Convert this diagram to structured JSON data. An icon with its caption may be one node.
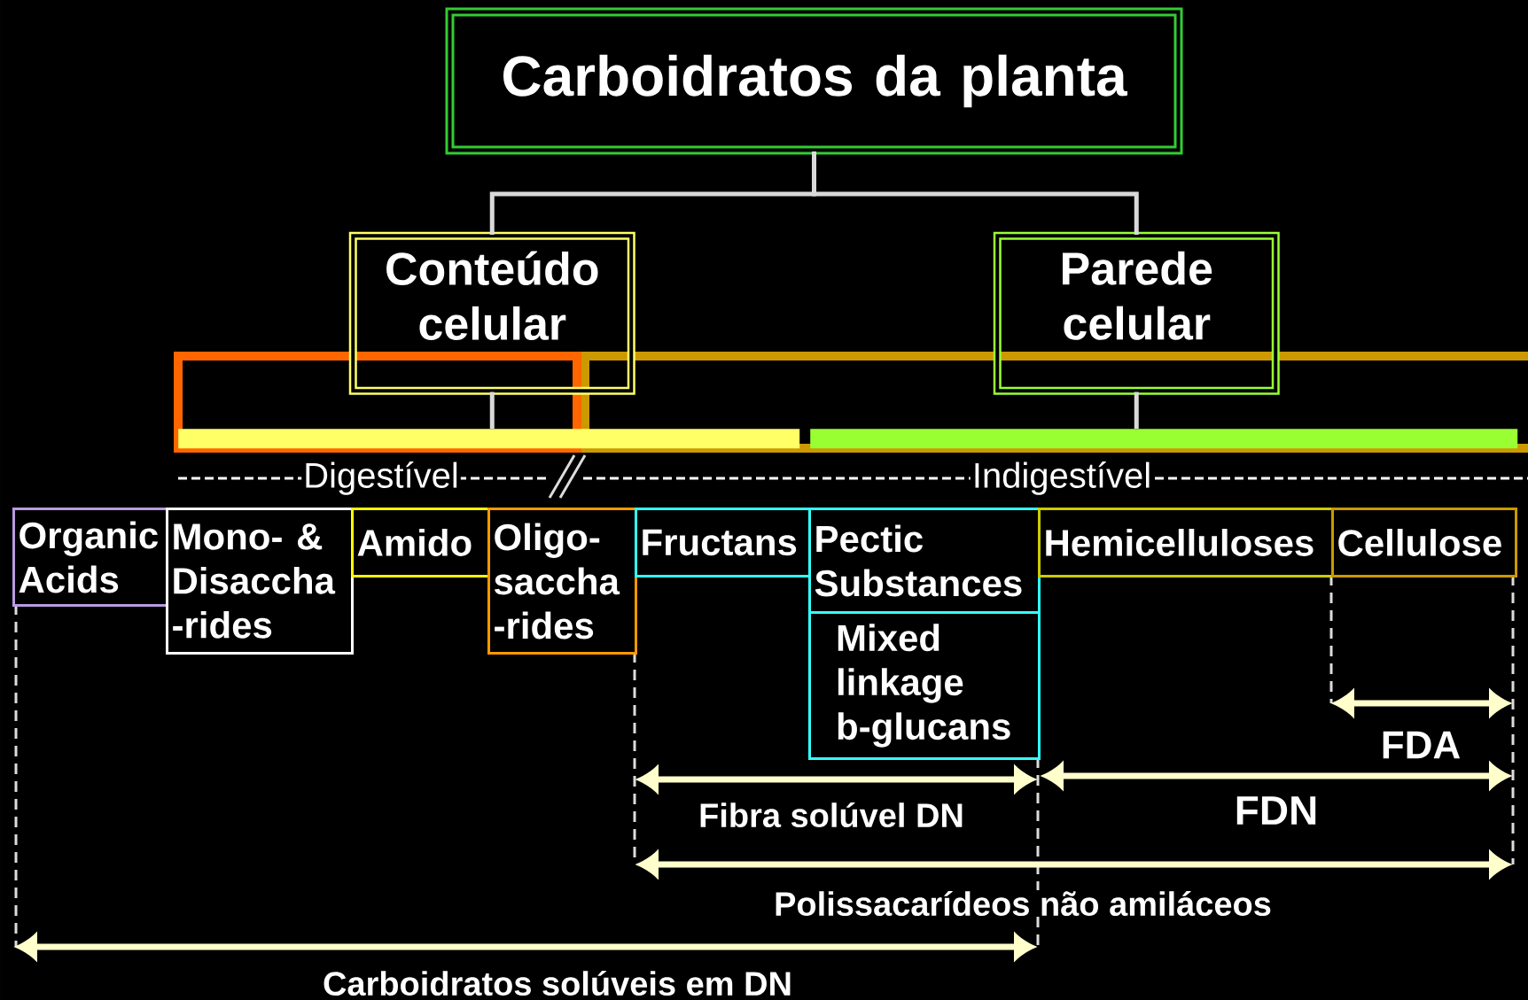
{
  "diagram": {
    "nodes": [
      {
        "text": [
          "Carboidratos da planta"
        ]
      },
      {
        "text": [
          "Conteúdo celular"
        ]
      },
      {
        "text": [
          "Parede celular"
        ]
      },
      {
        "text": [],
        "shape": "bar"
      },
      {
        "text": [],
        "shape": "bar"
      },
      {
        "text": [
          "Organic Acids"
        ]
      },
      {
        "text": [
          "Mono- & Disaccha -rides"
        ]
      },
      {
        "text": [
          "Amido"
        ]
      },
      {
        "text": [
          "Oligo- saccha -rides"
        ]
      },
      {
        "text": [
          "Fructans"
        ]
      },
      {
        "text": [
          "Pectic Substances"
        ]
      },
      {
        "text": [
          "Hemicelluloses"
        ]
      },
      {
        "text": [
          "Cellulose"
        ]
      },
      {
        "text": [
          "Mixed linkage b-glucans"
        ]
      }
    ],
    "edges": [
      {
        "from": 0,
        "to": 1,
        "arrow": "none"
      },
      {
        "from": 0,
        "to": 2,
        "arrow": "none"
      },
      {
        "from": 1,
        "to": 3,
        "arrow": "none"
      },
      {
        "from": 2,
        "to": 4,
        "arrow": "none"
      }
    ],
    "labels": [
      "Digestível",
      "Indigestível",
      "FDA",
      "FDN",
      "Fibra solúvel DN",
      "Polissacarídeos não amiláceos",
      "Carboidratos solúveis em DN"
    ]
  }
}
